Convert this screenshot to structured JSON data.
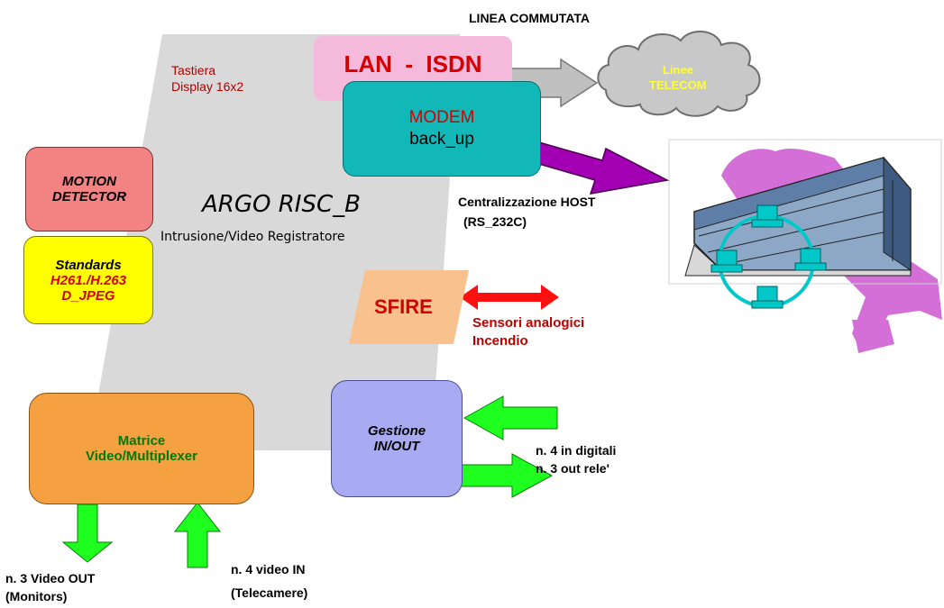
{
  "colors": {
    "panel": "#d9d9d9",
    "lan": "#f5b9dc",
    "modem": "#12b8b8",
    "motion": "#f28382",
    "standards": "#ffff00",
    "sfire": "#f8c18d",
    "matrice": "#f5a142",
    "gestione": "#a9abf2",
    "cloud": "#c8c8c8",
    "map": "#d36fd6",
    "green": "#1fff1f",
    "red": "#ff0000",
    "magenta": "#a300b3",
    "darkred": "#c00000",
    "text_red": "#d40000",
    "text_yellow": "#ffff33",
    "text_green": "#007a00"
  },
  "labels": {
    "linea_commutata": "LINEA COMMUTATA",
    "tastiera": "Tastiera",
    "display": "Display 16x2",
    "lan_isdn": "LAN  -  ISDN",
    "modem_line1": "MODEM",
    "modem_line2": "back_up",
    "linee": "Linee",
    "telecom": "TELECOM",
    "motion_line1": "MOTION",
    "motion_line2": "DETECTOR",
    "argo_title": "ARGO RISC_B",
    "argo_subtitle": "Intrusione/Video Registratore",
    "centralizzazione": "Centralizzazione HOST",
    "rs232": "(RS_232C)",
    "standards_line1": "Standards",
    "standards_line2": "H261./H.263",
    "standards_line3": "D_JPEG",
    "sfire": "SFIRE",
    "sensori_line1": "Sensori analogici",
    "sensori_line2": "Incendio",
    "gestione_line1": "Gestione",
    "gestione_line2": "IN/OUT",
    "matrice_line1": "Matrice",
    "matrice_line2": "Video/Multiplexer",
    "digitali_line1": "n. 4 in digitali",
    "digitali_line2": "n. 3 out rele'",
    "video_out_line1": "n. 3 Video OUT",
    "video_out_line2": "(Monitors)",
    "video_in_line1": "n. 4 video IN",
    "video_in_line2": "(Telecamere)"
  },
  "icons": {
    "building": "building-icon",
    "terminals": "computer-terminal-icon",
    "map": "italy-map-icon",
    "cloud": "cloud-icon"
  }
}
